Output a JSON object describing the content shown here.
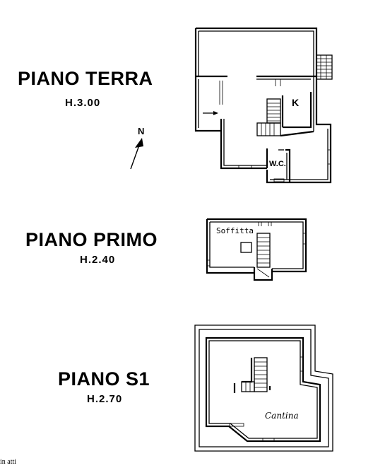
{
  "floors": {
    "ground": {
      "title": "PIANO TERRA",
      "height": "H.3.00"
    },
    "first": {
      "title": "PIANO PRIMO",
      "height": "H.2.40"
    },
    "basement": {
      "title": "PIANO S1",
      "height": "H.2.70"
    }
  },
  "rooms": {
    "kitchen": "K",
    "wc": "W.C.",
    "attic": "Soffitta",
    "cellar": "Cantina"
  },
  "compass": {
    "label": "N"
  },
  "footer": {
    "text": "in atti"
  }
}
